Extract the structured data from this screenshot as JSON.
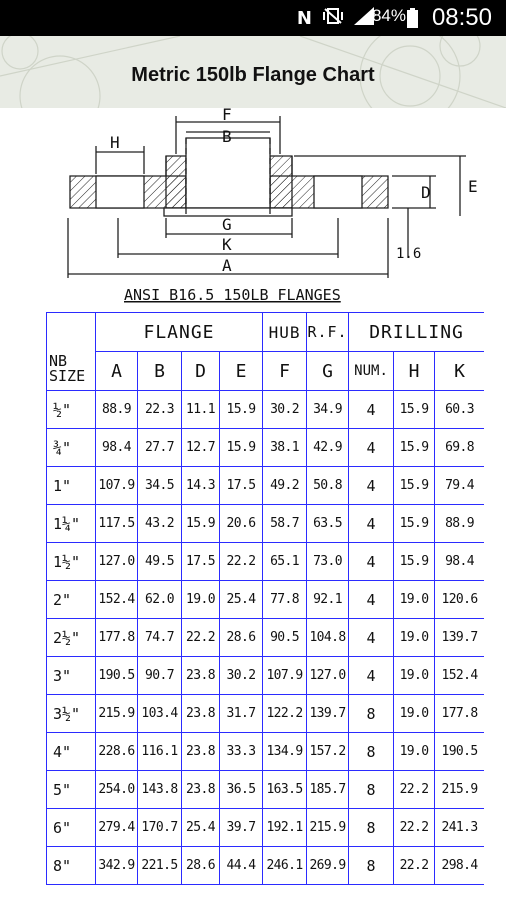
{
  "status_bar": {
    "network_letter": "N",
    "battery": "84%",
    "time": "08:50"
  },
  "header": {
    "title": "Metric 150lb Flange Chart"
  },
  "diagram": {
    "caption": "ANSI B16.5 150LB FLANGES",
    "labels": {
      "H": "H",
      "F": "F",
      "B": "B",
      "G": "G",
      "K": "K",
      "A": "A",
      "D": "D",
      "E": "E",
      "rf": "1.6"
    }
  },
  "table": {
    "groups": {
      "flange": "FLANGE",
      "hub": "HUB",
      "rf": "R.F.",
      "drilling": "DRILLING"
    },
    "nb_label_1": "NB",
    "nb_label_2": "SIZE",
    "columns": [
      "A",
      "B",
      "D",
      "E",
      "F",
      "G",
      "NUM.",
      "H",
      "K"
    ],
    "rows": [
      {
        "nb": "½\"",
        "A": "88.9",
        "B": "22.3",
        "D": "11.1",
        "E": "15.9",
        "F": "30.2",
        "G": "34.9",
        "NUM": "4",
        "H": "15.9",
        "K": "60.3"
      },
      {
        "nb": "¾\"",
        "A": "98.4",
        "B": "27.7",
        "D": "12.7",
        "E": "15.9",
        "F": "38.1",
        "G": "42.9",
        "NUM": "4",
        "H": "15.9",
        "K": "69.8"
      },
      {
        "nb": "1\"",
        "A": "107.9",
        "B": "34.5",
        "D": "14.3",
        "E": "17.5",
        "F": "49.2",
        "G": "50.8",
        "NUM": "4",
        "H": "15.9",
        "K": "79.4"
      },
      {
        "nb": "1¼\"",
        "A": "117.5",
        "B": "43.2",
        "D": "15.9",
        "E": "20.6",
        "F": "58.7",
        "G": "63.5",
        "NUM": "4",
        "H": "15.9",
        "K": "88.9"
      },
      {
        "nb": "1½\"",
        "A": "127.0",
        "B": "49.5",
        "D": "17.5",
        "E": "22.2",
        "F": "65.1",
        "G": "73.0",
        "NUM": "4",
        "H": "15.9",
        "K": "98.4"
      },
      {
        "nb": "2\"",
        "A": "152.4",
        "B": "62.0",
        "D": "19.0",
        "E": "25.4",
        "F": "77.8",
        "G": "92.1",
        "NUM": "4",
        "H": "19.0",
        "K": "120.6"
      },
      {
        "nb": "2½\"",
        "A": "177.8",
        "B": "74.7",
        "D": "22.2",
        "E": "28.6",
        "F": "90.5",
        "G": "104.8",
        "NUM": "4",
        "H": "19.0",
        "K": "139.7"
      },
      {
        "nb": "3\"",
        "A": "190.5",
        "B": "90.7",
        "D": "23.8",
        "E": "30.2",
        "F": "107.9",
        "G": "127.0",
        "NUM": "4",
        "H": "19.0",
        "K": "152.4"
      },
      {
        "nb": "3½\"",
        "A": "215.9",
        "B": "103.4",
        "D": "23.8",
        "E": "31.7",
        "F": "122.2",
        "G": "139.7",
        "NUM": "8",
        "H": "19.0",
        "K": "177.8"
      },
      {
        "nb": "4\"",
        "A": "228.6",
        "B": "116.1",
        "D": "23.8",
        "E": "33.3",
        "F": "134.9",
        "G": "157.2",
        "NUM": "8",
        "H": "19.0",
        "K": "190.5"
      },
      {
        "nb": "5\"",
        "A": "254.0",
        "B": "143.8",
        "D": "23.8",
        "E": "36.5",
        "F": "163.5",
        "G": "185.7",
        "NUM": "8",
        "H": "22.2",
        "K": "215.9"
      },
      {
        "nb": "6\"",
        "A": "279.4",
        "B": "170.7",
        "D": "25.4",
        "E": "39.7",
        "F": "192.1",
        "G": "215.9",
        "NUM": "8",
        "H": "22.2",
        "K": "241.3"
      },
      {
        "nb": "8\"",
        "A": "342.9",
        "B": "221.5",
        "D": "28.6",
        "E": "44.4",
        "F": "246.1",
        "G": "269.9",
        "NUM": "8",
        "H": "22.2",
        "K": "298.4"
      }
    ]
  }
}
